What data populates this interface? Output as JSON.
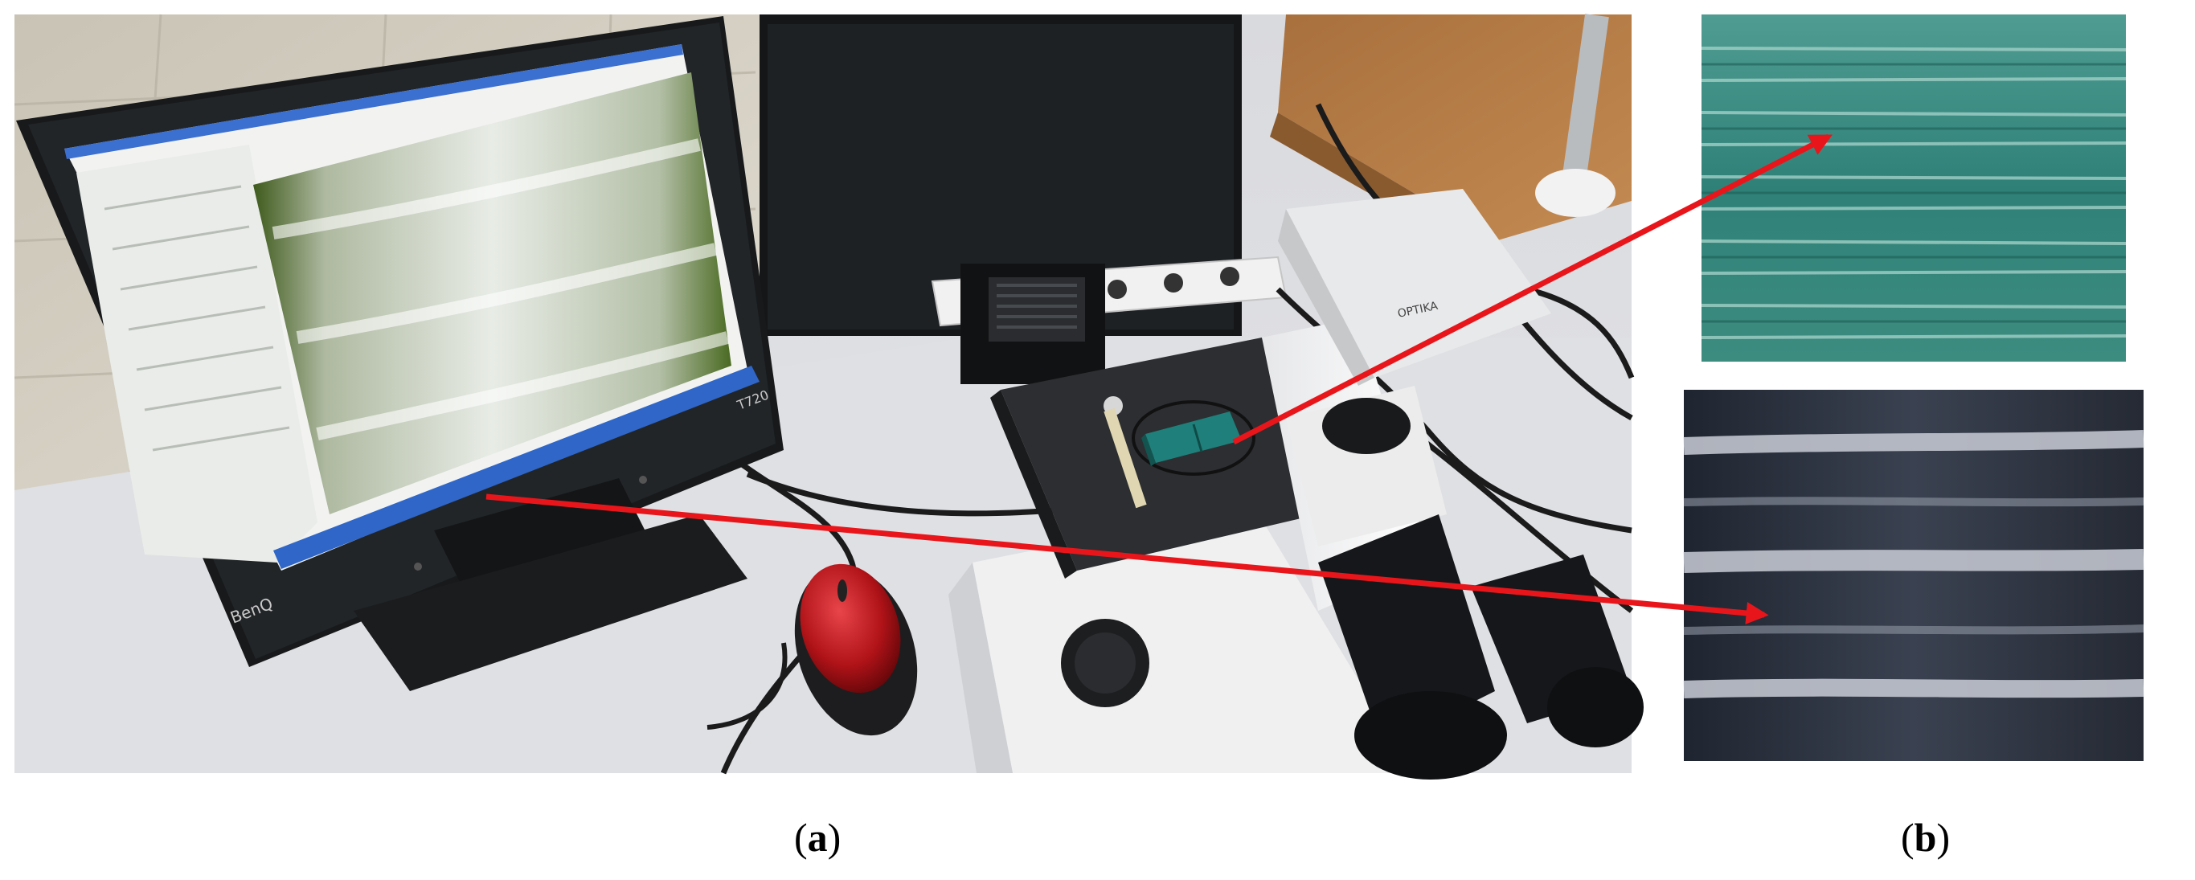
{
  "figure": {
    "panel_a": {
      "label_open": "(",
      "label_letter": "a",
      "label_close": ")",
      "monitor_brand": "BenQ",
      "monitor_model": "T720",
      "camera_brand": "OPTIKA"
    },
    "panel_b": {
      "label_open": "(",
      "label_letter": "b",
      "label_close": ")"
    }
  },
  "colors": {
    "arrow": "#e8161b",
    "specimen": "#1f7f7a",
    "mouse": "#b01318"
  }
}
